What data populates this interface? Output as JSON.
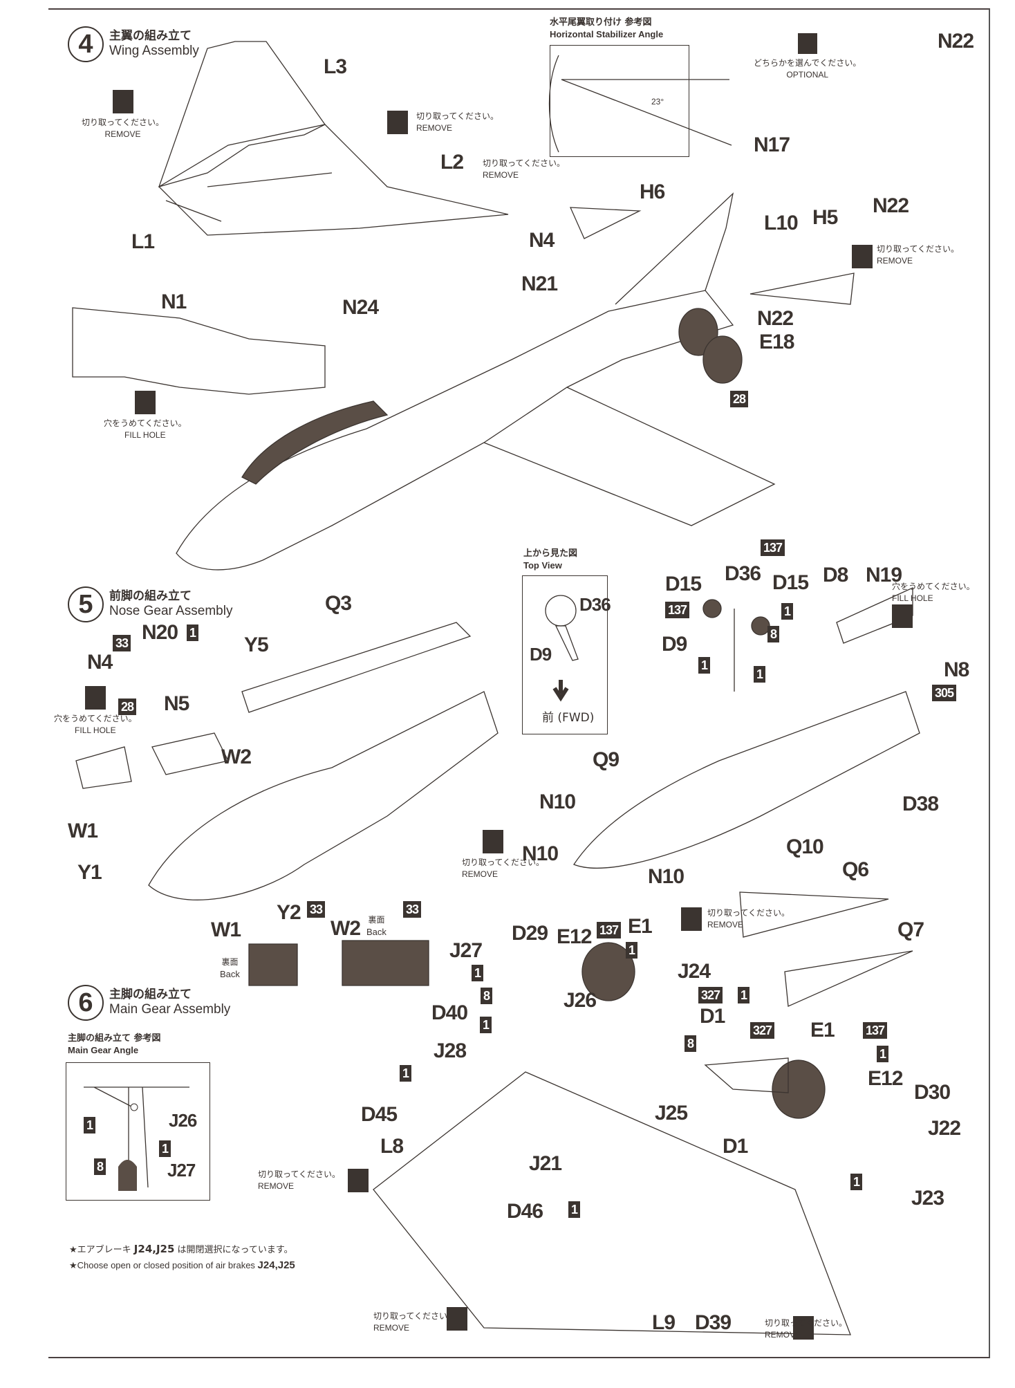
{
  "steps": [
    {
      "number": "4",
      "title_jp": "主翼の組み立て",
      "title_en": "Wing Assembly"
    },
    {
      "number": "5",
      "title_jp": "前脚の組み立て",
      "title_en": "Nose Gear Assembly"
    },
    {
      "number": "6",
      "title_jp": "主脚の組み立て",
      "title_en": "Main Gear Assembly"
    }
  ],
  "notes": {
    "remove_jp": "切り取ってください。",
    "remove_en": "REMOVE",
    "fill_hole_jp": "穴をうめてください。",
    "fill_hole_en": "FILL HOLE",
    "optional_jp": "どちらかを選んでください。",
    "optional_en": "OPTIONAL",
    "back_jp": "裏面",
    "back_en": "Back"
  },
  "references": {
    "stabilizer": {
      "title_jp": "水平尾翼取り付け 参考図",
      "title_en": "Horizontal Stabilizer Angle",
      "angle": "23°"
    },
    "top_view": {
      "title_jp": "上から見た図",
      "title_en": "Top View",
      "parts": [
        "D36",
        "D9"
      ],
      "direction": "前 (FWD)"
    },
    "main_gear": {
      "title_jp": "主脚の組み立て 参考図",
      "title_en": "Main Gear Angle",
      "parts": [
        "J26",
        "J27"
      ],
      "colors": [
        "1",
        "8",
        "1"
      ]
    }
  },
  "footnotes": {
    "jp_prefix": "★エアブレーキ",
    "jp_parts": "J24,J25",
    "jp_suffix": "は開閉選択になっています。",
    "en_prefix": "★Choose open or closed position of air brakes",
    "en_parts": "J24,J25"
  },
  "step4_parts": {
    "L3": "L3",
    "L2": "L2",
    "L1": "L1",
    "N1": "N1",
    "N24": "N24",
    "N4": "N4",
    "N21": "N21",
    "H6": "H6",
    "N17": "N17",
    "L10": "L10",
    "H5": "H5",
    "N22a": "N22",
    "N22b": "N22",
    "N22c": "N22",
    "E18": "E18"
  },
  "step5_parts": {
    "Q3": "Q3",
    "N20": "N20",
    "N4": "N4",
    "Y5": "Y5",
    "N5": "N5",
    "W2": "W2",
    "W1": "W1",
    "Y1": "Y1",
    "Y2": "Y2",
    "W1b": "W1",
    "W2b": "W2",
    "D15a": "D15",
    "D36": "D36",
    "D15b": "D15",
    "D8": "D8",
    "N19": "N19",
    "D9": "D9",
    "N8": "N8",
    "Q9": "Q9",
    "N10a": "N10",
    "N10b": "N10",
    "N10c": "N10",
    "Q10": "Q10",
    "D38": "D38"
  },
  "step6_parts": {
    "D29": "D29",
    "E12a": "E12",
    "E1a": "E1",
    "J27": "J27",
    "J26": "J26",
    "D40": "D40",
    "J24": "J24",
    "D1a": "D1",
    "Q6": "Q6",
    "Q7": "Q7",
    "E1b": "E1",
    "E12b": "E12",
    "D30": "D30",
    "J22": "J22",
    "J23": "J23",
    "J28": "J28",
    "D45": "D45",
    "L8": "L8",
    "J25": "J25",
    "D1b": "D1",
    "J21": "J21",
    "D46": "D46",
    "L9": "L9",
    "D39": "D39"
  },
  "color_codes": {
    "c28": "28",
    "c137": "137",
    "c1": "1",
    "c8": "8",
    "c33": "33",
    "c305": "305",
    "c327": "327"
  },
  "colors": {
    "ink": "#3b3430",
    "paper": "#ffffff",
    "accent_dark": "#5a4e46"
  }
}
